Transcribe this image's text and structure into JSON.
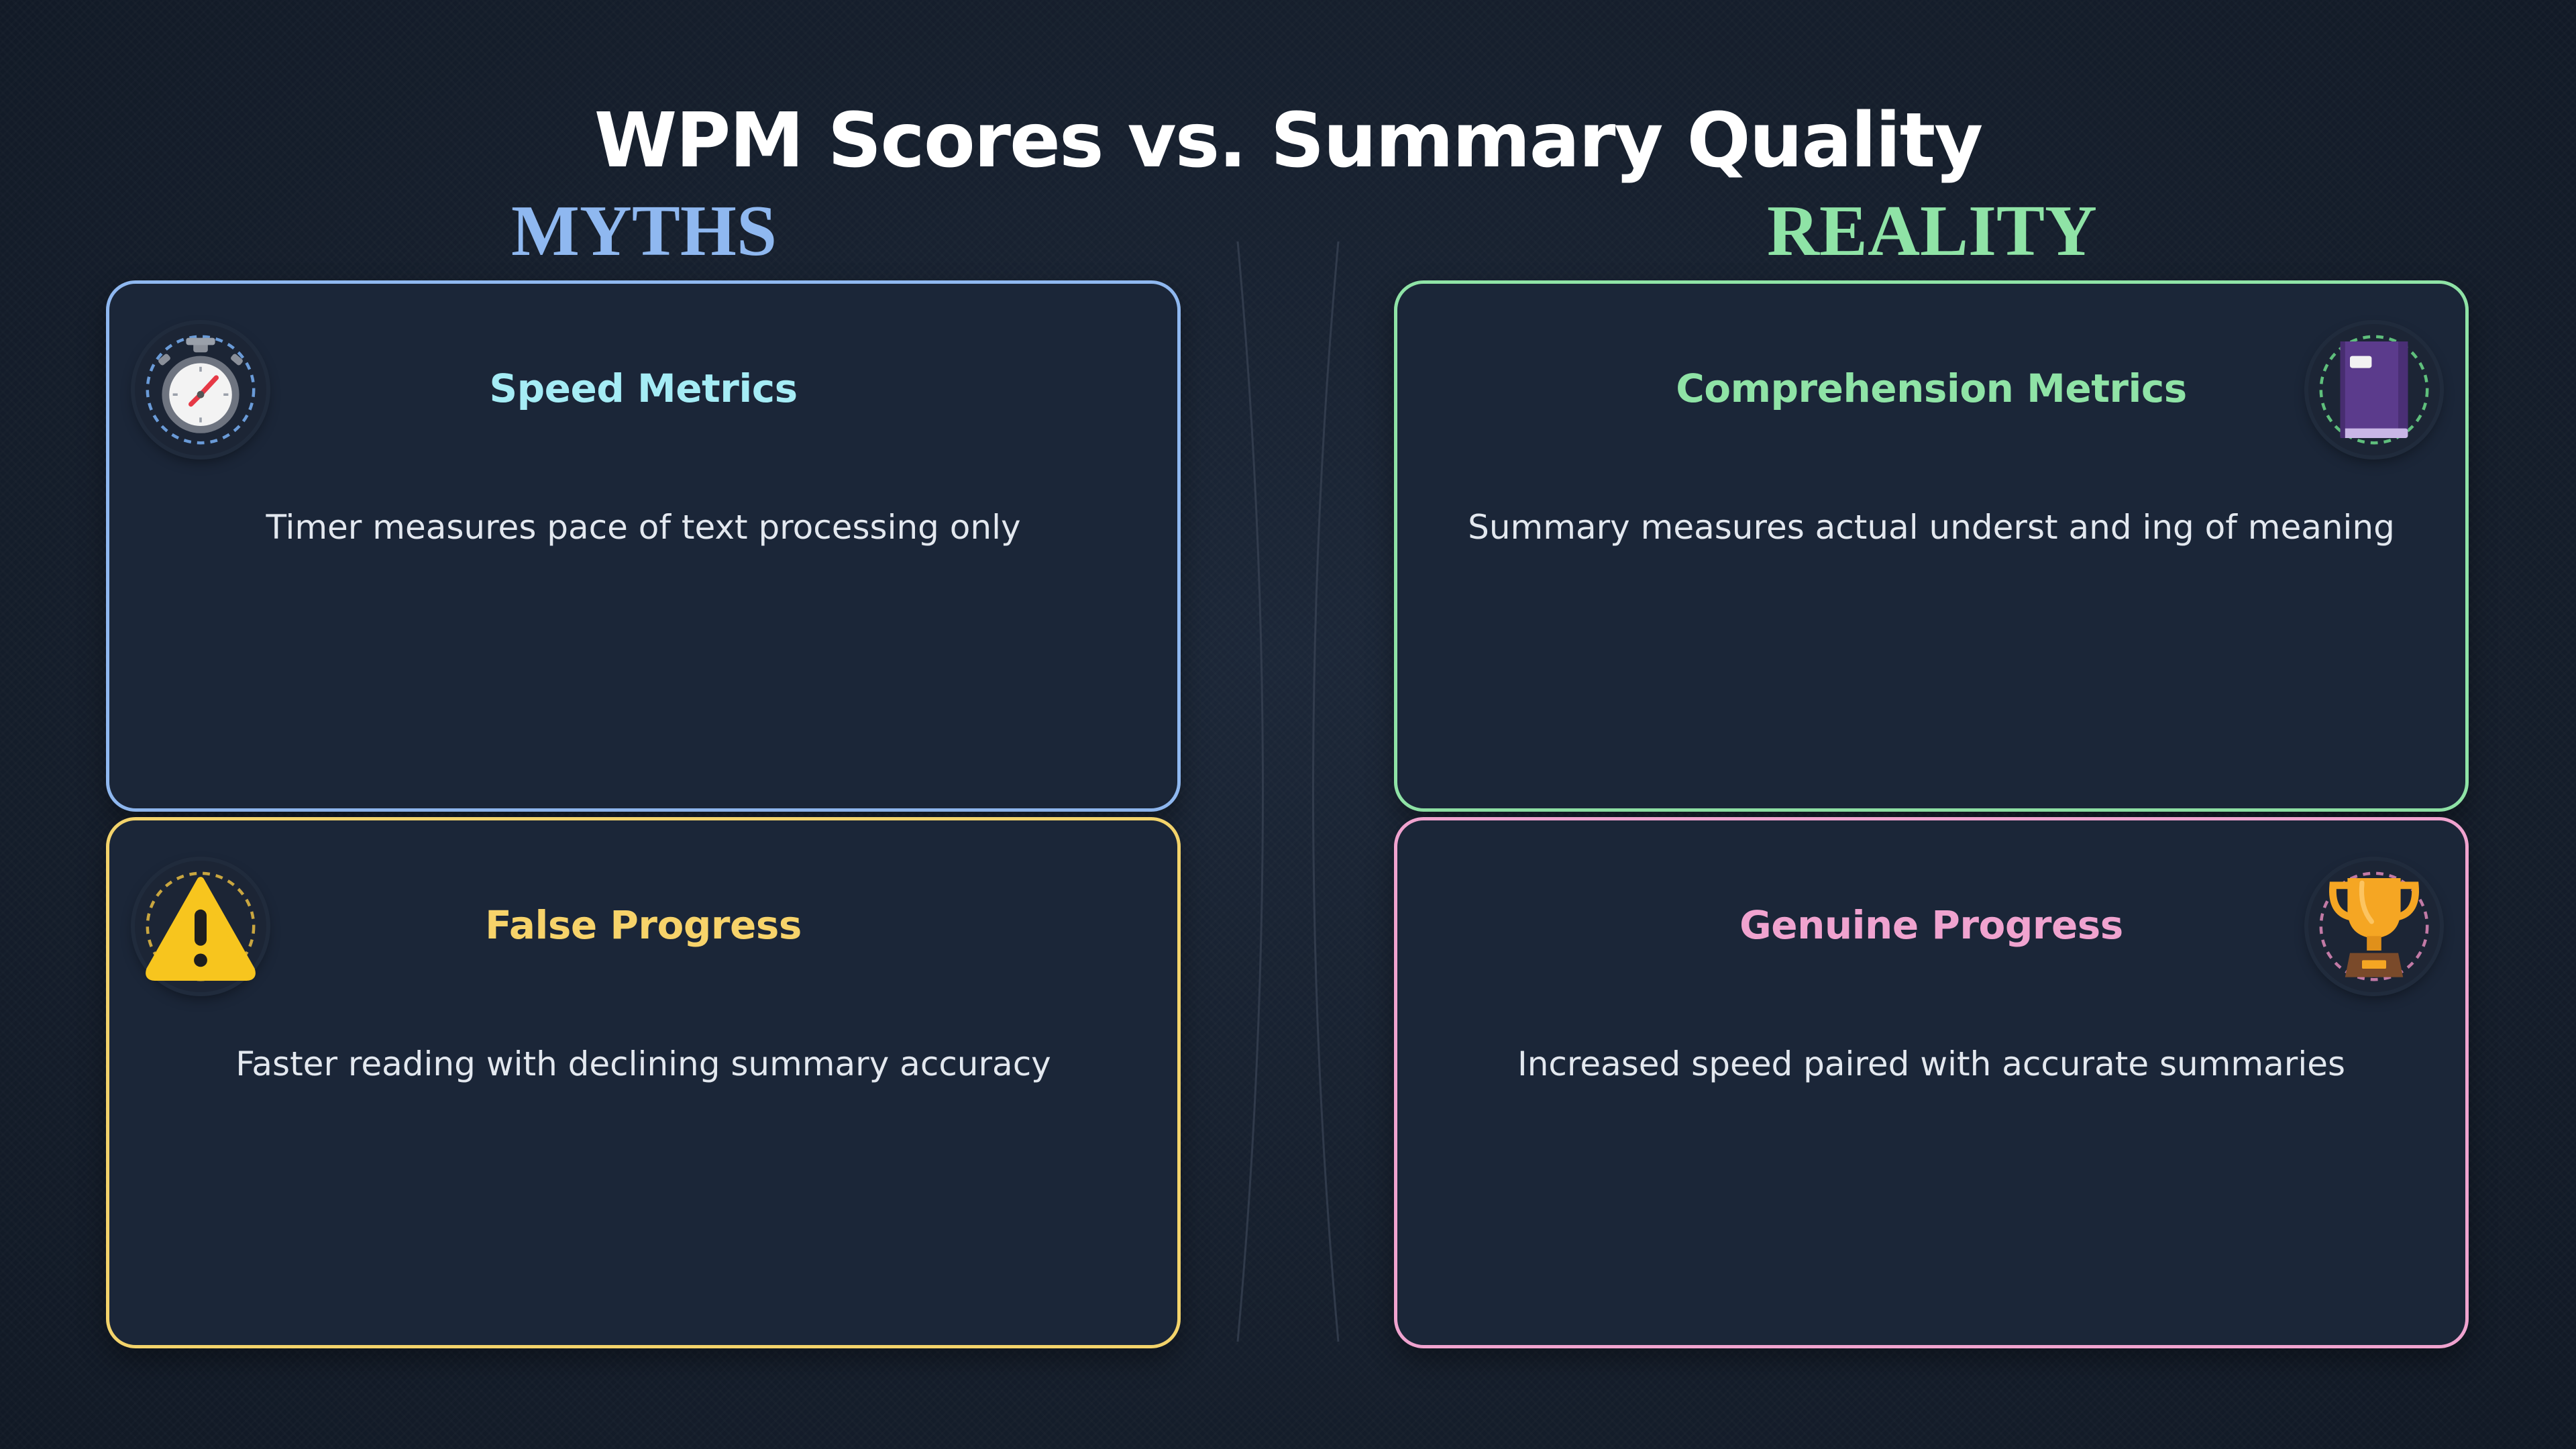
{
  "title": "WPM Scores vs. Summary Quality",
  "columns": {
    "myths": {
      "label": "MYTHS",
      "color": "#8fb8f0"
    },
    "reality": {
      "label": "REALITY",
      "color": "#8fe3a6"
    }
  },
  "cards": {
    "speed": {
      "title": "Speed Metrics",
      "text": "Timer measures pace of text processing only",
      "title_color": "#a5ecf5",
      "icon": "stopwatch-icon"
    },
    "false_progress": {
      "title": "False Progress",
      "text": "Faster reading with declining summary accuracy",
      "title_color": "#f7d36a",
      "icon": "warning-icon"
    },
    "comprehension": {
      "title": "Comprehension Metrics",
      "text": "Summary measures actual underst and ing of meaning",
      "title_color": "#8fe3a6",
      "icon": "book-icon"
    },
    "genuine_progress": {
      "title": "Genuine Progress",
      "text": "Increased speed paired with accurate summaries",
      "title_color": "#f0a3cf",
      "icon": "trophy-icon"
    }
  }
}
